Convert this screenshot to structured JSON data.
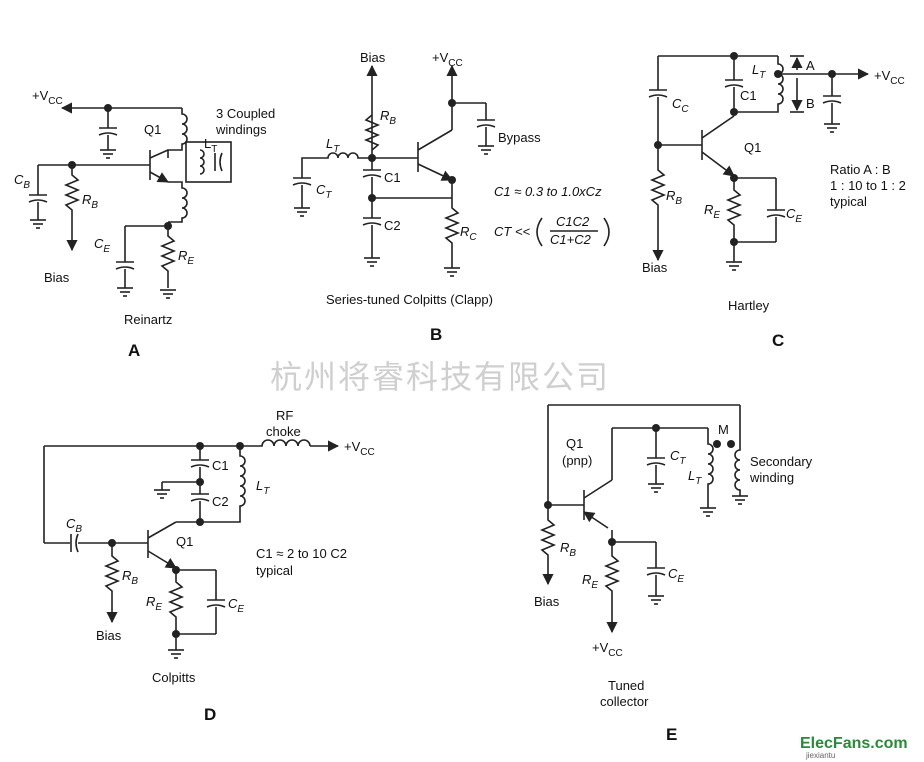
{
  "watermark": "杭州将睿科技有限公司",
  "logo": {
    "text": "ElecFans.com",
    "sub": "jiexiantu"
  },
  "panels": {
    "A": {
      "letter": "A",
      "caption": "Reinartz",
      "vcc": "+V",
      "vcc_sub": "CC",
      "q": "Q1",
      "coupled": "3 Coupled",
      "windings": "windings",
      "lt": "L",
      "lt_sub": "T",
      "cb": "C",
      "cb_sub": "B",
      "rb": "R",
      "rb_sub": "B",
      "ce": "C",
      "ce_sub": "E",
      "re": "R",
      "re_sub": "E",
      "bias": "Bias"
    },
    "B": {
      "letter": "B",
      "caption": "Series-tuned Colpitts (Clapp)",
      "bias": "Bias",
      "vcc": "+V",
      "vcc_sub": "CC",
      "rb": "R",
      "rb_sub": "B",
      "lt": "L",
      "lt_sub": "T",
      "ct": "C",
      "ct_sub": "T",
      "c1": "C1",
      "c2": "C2",
      "rc": "R",
      "rc_sub": "C",
      "bypass": "Bypass",
      "eq1": "C1 ≈ 0.3 to 1.0xCz",
      "eq2_lhs": "CT <<",
      "eq2_num": "C1C2",
      "eq2_den": "C1+C2"
    },
    "C": {
      "letter": "C",
      "caption": "Hartley",
      "vcc": "+V",
      "vcc_sub": "CC",
      "cc": "C",
      "cc_sub": "C",
      "lt": "L",
      "lt_sub": "T",
      "c1": "C1",
      "q": "Q1",
      "rb": "R",
      "rb_sub": "B",
      "re": "R",
      "re_sub": "E",
      "ce": "C",
      "ce_sub": "E",
      "bias": "Bias",
      "a": "A",
      "b": "B",
      "ratio1": "Ratio A : B",
      "ratio2": "1 : 10 to 1 : 2",
      "ratio3": "typical"
    },
    "D": {
      "letter": "D",
      "caption": "Colpitts",
      "rf1": "RF",
      "rf2": "choke",
      "vcc": "+V",
      "vcc_sub": "CC",
      "c1": "C1",
      "c2": "C2",
      "lt": "L",
      "lt_sub": "T",
      "cb": "C",
      "cb_sub": "B",
      "q": "Q1",
      "rb": "R",
      "rb_sub": "B",
      "re": "R",
      "re_sub": "E",
      "ce": "C",
      "ce_sub": "E",
      "bias": "Bias",
      "note1": "C1 ≈ 2 to 10 C2",
      "note2": "typical"
    },
    "E": {
      "letter": "E",
      "caption1": "Tuned",
      "caption2": "collector",
      "q": "Q1",
      "pnp": "(pnp)",
      "ct": "C",
      "ct_sub": "T",
      "lt": "L",
      "lt_sub": "T",
      "m": "M",
      "sec1": "Secondary",
      "sec2": "winding",
      "rb": "R",
      "rb_sub": "B",
      "re": "R",
      "re_sub": "E",
      "ce": "C",
      "ce_sub": "E",
      "bias": "Bias",
      "vcc": "+V",
      "vcc_sub": "CC"
    }
  }
}
